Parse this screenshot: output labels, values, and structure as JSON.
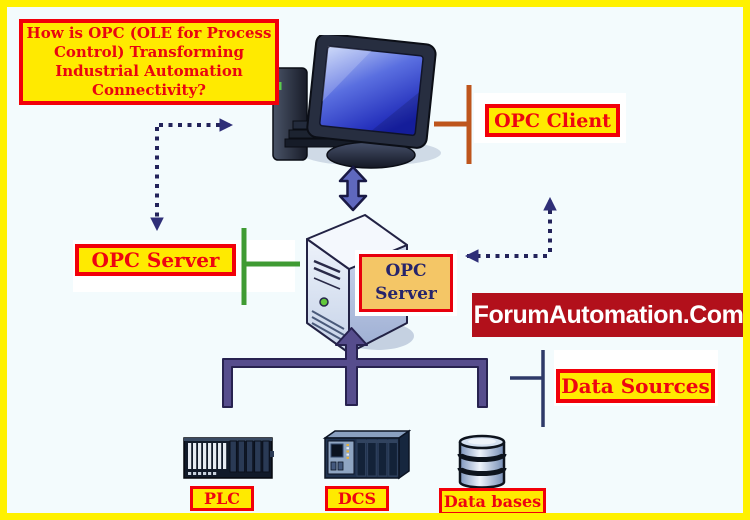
{
  "page": {
    "bg_color": "#F3FBFD",
    "border_color": "#FFF100"
  },
  "title": {
    "lines": [
      "How is OPC (OLE for Process",
      "Control) Transforming",
      "Industrial Automation",
      "Connectivity?"
    ]
  },
  "nodes": {
    "opc_client": {
      "label": "OPC Client"
    },
    "opc_server": {
      "label": "OPC Server"
    },
    "opc_server_center": {
      "line1": "OPC",
      "line2": "Server"
    },
    "data_sources": {
      "label": "Data Sources"
    },
    "plc": {
      "label": "PLC"
    },
    "dcs": {
      "label": "DCS"
    },
    "databases": {
      "label": "Data bases"
    }
  },
  "watermark": {
    "text": "ForumAutomation.Com"
  },
  "icons": [
    "desktop-computer-icon",
    "server-tower-icon",
    "plc-rack-icon",
    "dcs-rack-icon",
    "database-icon",
    "double-arrow-icon",
    "dotted-arrow-left-icon",
    "dotted-arrow-right-icon",
    "bus-connector-icon",
    "bracket-orange-icon",
    "bracket-green-icon",
    "bracket-navy-icon"
  ],
  "colors": {
    "label_bg": "#FFEA00",
    "label_border": "#F20009",
    "label_text": "#EE0511",
    "center_label_bg": "#F4C666",
    "center_label_text": "#26246B",
    "watermark_bg": "#B2101B",
    "watermark_text": "#FFFFFF",
    "bracket_orange": "#BE551C",
    "bracket_green": "#3F9B33",
    "bracket_navy": "#2E3A69",
    "connector_purple": "#564D8D",
    "dotted_arrow": "#23235A",
    "double_arrow": "#5F68BE"
  }
}
